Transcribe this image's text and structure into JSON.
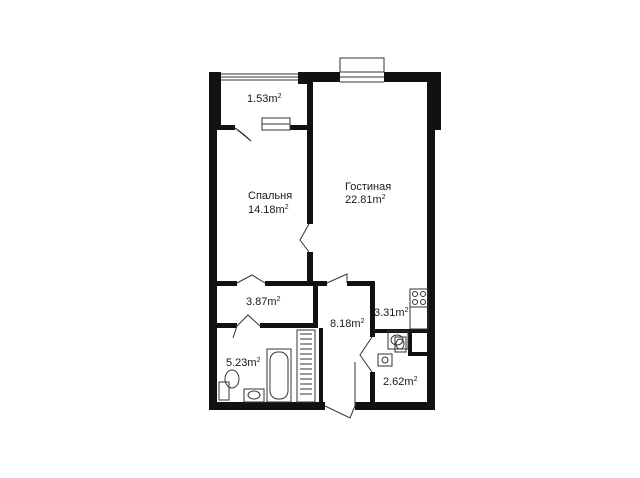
{
  "rooms": {
    "balcony": {
      "area": "1.53m",
      "sup": "2"
    },
    "bedroom": {
      "name": "Спальня",
      "area": "14.18m",
      "sup": "2"
    },
    "living": {
      "name": "Гостиная",
      "area": "22.81m",
      "sup": "2"
    },
    "storage": {
      "area": "3.87m",
      "sup": "2"
    },
    "hall": {
      "area": "8.18m",
      "sup": "2"
    },
    "kitchen": {
      "area": "3.31m",
      "sup": "2"
    },
    "bathroom": {
      "area": "5.23m",
      "sup": "2"
    },
    "wc": {
      "area": "2.62m",
      "sup": "2"
    }
  },
  "colors": {
    "wall": "#111111",
    "line": "#333333",
    "background": "#ffffff"
  }
}
